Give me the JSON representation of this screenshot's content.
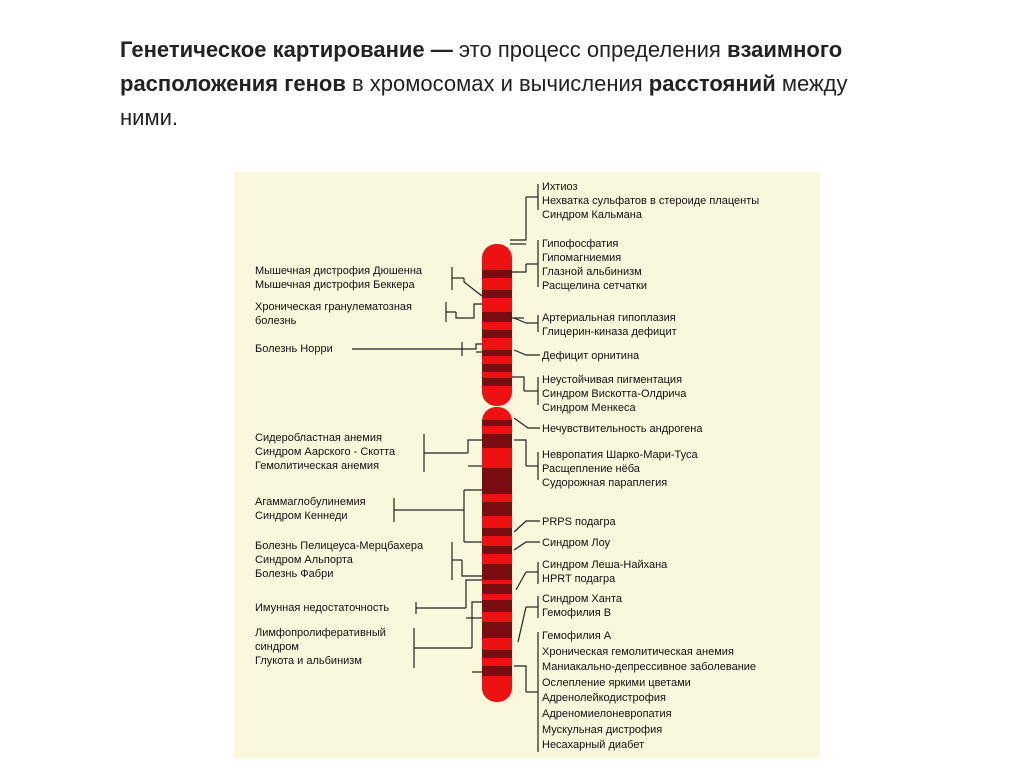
{
  "slide": {
    "title_bold": "Генетическое картирование —",
    "t1": " это процесс определения ",
    "b1": "взаимного расположения генов",
    "t2": " в хромосомах и вычисления ",
    "b2": "расстояний",
    "t3": " между ними."
  },
  "diagram": {
    "colors": {
      "background": "#f9f8dc",
      "chromosome": "#ee1111",
      "band": "#7a0d12",
      "line": "#222222"
    },
    "left_groups": [
      [
        "Мышечная дистрофия Дюшенна",
        "Мышечная дистрофия Беккера"
      ],
      [
        "Хроническая гранулематозная",
        "болезнь"
      ],
      [
        "Болезнь Норри"
      ],
      [
        "Сидеробластная анемия",
        "Синдром Аарского - Скотта",
        "Гемолитическая анемия"
      ],
      [
        "Агаммаглобулинемия",
        "Синдром Кеннеди"
      ],
      [
        "Болезнь Пелицеуса-Мерцбахера",
        "Синдром Альпорта",
        "Болезнь Фабри"
      ],
      [
        "Имунная недостаточность"
      ],
      [
        "Лимфопролиферативный",
        "синдром",
        "Глукота и альбинизм"
      ]
    ],
    "right_groups": [
      [
        "Ихтиоз",
        "Нехватка сульфатов в стероиде плаценты",
        "Синдром Кальмана"
      ],
      [
        "Гипофосфатия",
        "Гипомагниемия",
        "Глазной альбинизм",
        "Расщелина сетчатки"
      ],
      [
        "Артериальная гипоплазия",
        "Глицерин-киназа дефицит"
      ],
      [
        "Дефицит орнитина"
      ],
      [
        "Неустойчивая пигментация",
        "Синдром Вискотта-Олдрича",
        "Синдром Менкеса"
      ],
      [
        "Нечувствительность андрогена"
      ],
      [
        "Невропатия Шарко-Мари-Туса",
        "Расщепление нёба",
        "Судорожная параплегия"
      ],
      [
        "PRPS подагра"
      ],
      [
        "Синдром Лоу"
      ],
      [
        "Синдром Леша-Найхана",
        "HPRT подагра"
      ],
      [
        "Синдром Ханта",
        "Гемофилия В"
      ],
      [
        "Гемофилия А",
        "Хроническая гемолитическая анемия",
        "Маниакально-депрессивное заболевание",
        "Ослепление яркими цветами",
        "Адренолейкодистрофия",
        "Адреномиелоневропатия",
        "Мускульная дистрофия",
        "Несахарный диабет"
      ]
    ]
  }
}
